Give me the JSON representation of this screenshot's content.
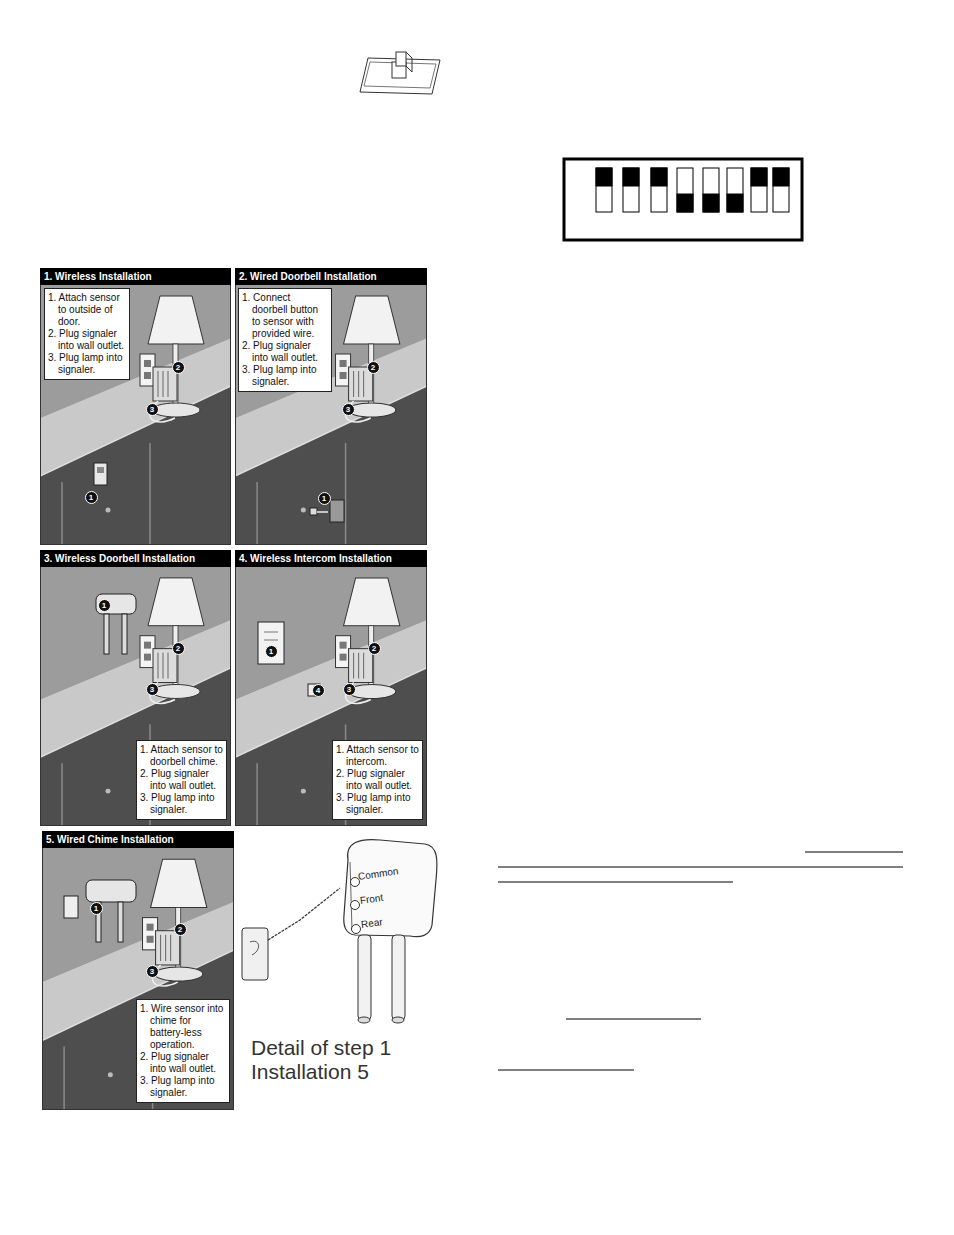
{
  "diagram": {
    "nodes": [
      {
        "text": [
          "1. Wireless Installation"
        ]
      },
      {
        "text": [
          "1. Attach sensor to outside of door.",
          "2. Plug signaler into wall outlet.",
          "3. Plug lamp into signaler."
        ],
        "in": 0
      },
      {
        "text": [
          "1"
        ],
        "in": 0
      },
      {
        "text": [
          "2"
        ],
        "in": 0
      },
      {
        "text": [
          "3"
        ],
        "in": 0
      },
      {
        "text": [
          "2. Wired Doorbell Installation"
        ]
      },
      {
        "text": [
          "1. Connect doorbell button to sensor with provided wire.",
          "2. Plug signaler into wall outlet.",
          "3. Plug lamp into signaler."
        ],
        "in": 5
      },
      {
        "text": [
          "1"
        ],
        "in": 5
      },
      {
        "text": [
          "2"
        ],
        "in": 5
      },
      {
        "text": [
          "3"
        ],
        "in": 5
      },
      {
        "text": [
          "3. Wireless Doorbell Installation"
        ]
      },
      {
        "text": [
          "1"
        ],
        "in": 10
      },
      {
        "text": [
          "2"
        ],
        "in": 10
      },
      {
        "text": [
          "3"
        ],
        "in": 10
      },
      {
        "text": [
          "1. Attach sensor to doorbell chime.",
          "2. Plug signaler into wall outlet.",
          "3. Plug lamp into signaler."
        ],
        "in": 10
      },
      {
        "text": [
          "4. Wireless Intercom Installation"
        ]
      },
      {
        "text": [
          "1"
        ],
        "in": 15
      },
      {
        "text": [
          "2"
        ],
        "in": 15
      },
      {
        "text": [
          "4"
        ],
        "in": 15
      },
      {
        "text": [
          "3"
        ],
        "in": 15
      },
      {
        "text": [
          "1. Attach sensor to intercom.",
          "2. Plug signaler into wall outlet.",
          "3. Plug lamp into signaler."
        ],
        "in": 15
      },
      {
        "text": [
          "5. Wired Chime Installation"
        ]
      },
      {
        "text": [
          "1"
        ],
        "in": 21
      },
      {
        "text": [
          "2"
        ],
        "in": 21
      },
      {
        "text": [
          "3"
        ],
        "in": 21
      },
      {
        "text": [
          "1. Wire sensor into chime for battery-less operation.",
          "2. Plug signaler into wall outlet.",
          "3. Plug lamp into signaler."
        ],
        "in": 21
      },
      {
        "text": [
          "Detail of step 1 Installation 5"
        ]
      }
    ],
    "labels": [
      "Common",
      "Front",
      "Rear"
    ]
  }
}
